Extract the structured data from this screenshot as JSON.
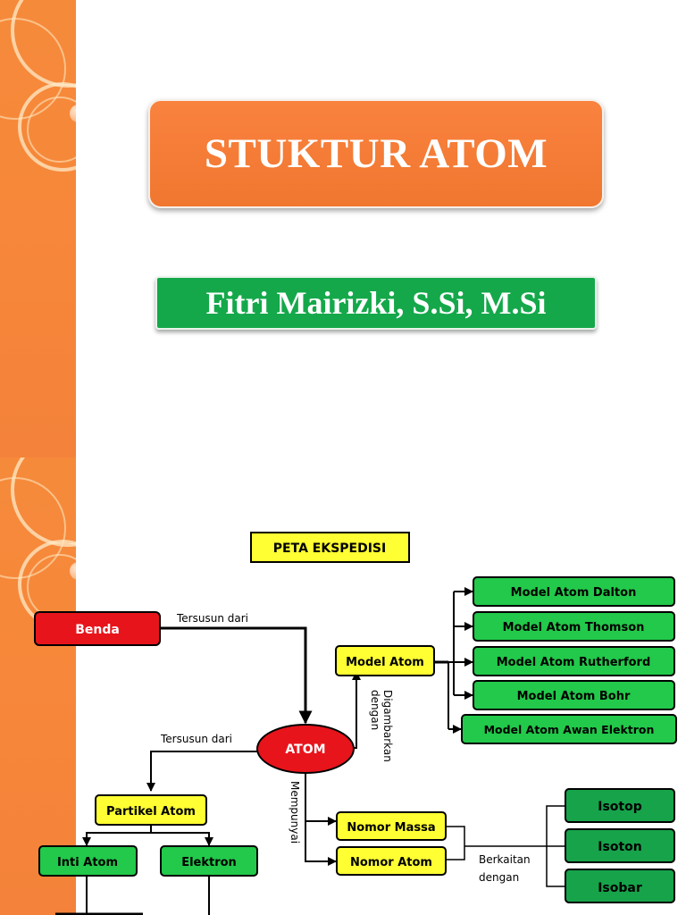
{
  "slide1": {
    "title": "STUKTUR ATOM",
    "author": "Fitri Mairizki, S.Si, M.Si"
  },
  "slide2": {
    "map_title": "PETA EKSPEDISI",
    "nodes": {
      "benda": "Benda",
      "atom": "ATOM",
      "model_atom": "Model Atom",
      "partikel_atom": "Partikel Atom",
      "inti_atom": "Inti Atom",
      "elektron": "Elektron",
      "nomor_massa": "Nomor Massa",
      "nomor_atom": "Nomor Atom",
      "model_dalton": "Model Atom Dalton",
      "model_thomson": "Model Atom Thomson",
      "model_rutherford": "Model Atom Rutherford",
      "model_bohr": "Model Atom Bohr",
      "model_awan": "Model Atom Awan Elektron",
      "isotop": "Isotop",
      "isoton": "Isoton",
      "isobar": "Isobar"
    },
    "labels": {
      "tersusun_dari_1": "Tersusun dari",
      "tersusun_dari_2": "Tersusun dari",
      "digambarkan_1": "Digambarkan",
      "digambarkan_2": "dengan",
      "mempunyai": "Mempunyai",
      "berkaitan_1": "Berkaitan",
      "berkaitan_2": "dengan"
    },
    "colors": {
      "orange": "#f58a3b",
      "red_node": "#e8141b",
      "yellow_node": "#ffff33",
      "green_node": "#22c94a",
      "dark_green_node": "#16a34a"
    }
  }
}
